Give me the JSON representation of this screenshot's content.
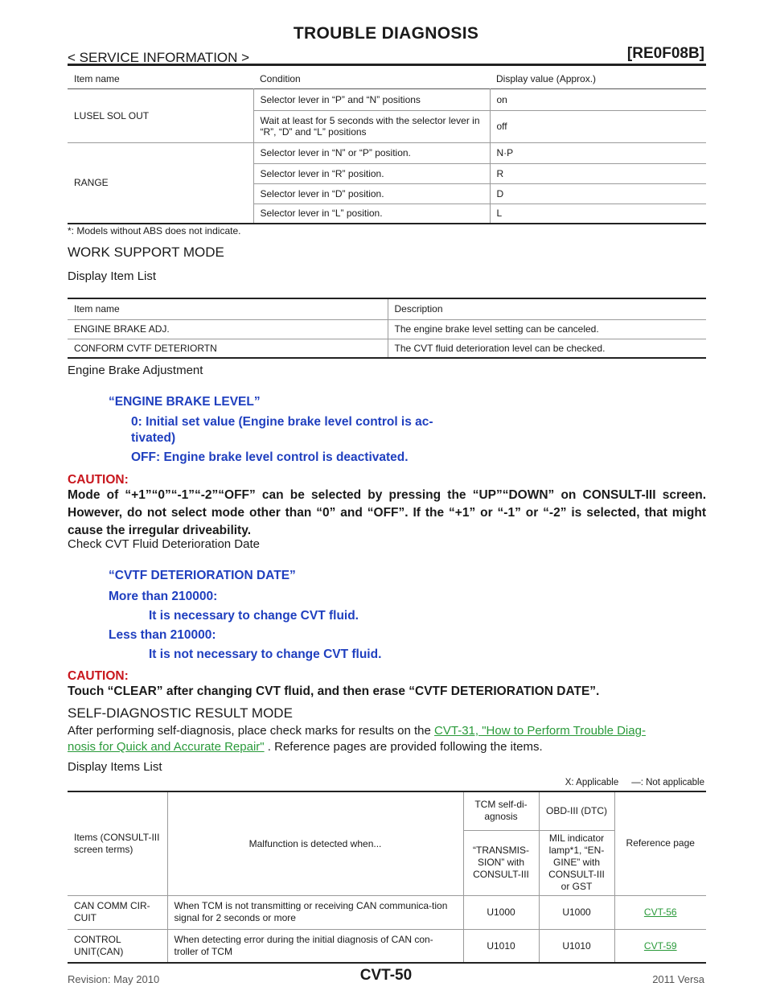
{
  "header": {
    "title": "TROUBLE DIAGNOSIS",
    "left": "< SERVICE INFORMATION >",
    "right": "[RE0F08B]"
  },
  "table1": {
    "headers": [
      "Item name",
      "Condition",
      "Display value (Approx.)"
    ],
    "lusel_name": "LUSEL SOL OUT",
    "lusel_rows": [
      [
        "Selector lever in “P” and “N” positions",
        "on"
      ],
      [
        "Wait at least for 5 seconds with the selector lever in “R”, “D” and “L” positions",
        "off"
      ]
    ],
    "range_name": "RANGE",
    "range_rows": [
      [
        "Selector lever in “N” or “P” position.",
        "N·P"
      ],
      [
        "Selector lever in “R” position.",
        "R"
      ],
      [
        "Selector lever in “D” position.",
        "D"
      ],
      [
        "Selector lever in “L” position.",
        "L"
      ]
    ],
    "footnote": "*: Models without ABS does not indicate."
  },
  "work_support": {
    "title": "WORK SUPPORT MODE",
    "subtitle": "Display Item List",
    "headers": [
      "Item name",
      "Description"
    ],
    "rows": [
      [
        "ENGINE BRAKE ADJ.",
        "The engine brake level setting can be canceled."
      ],
      [
        "CONFORM CVTF DETERIORTN",
        "The CVT fluid deterioration level can be checked."
      ]
    ]
  },
  "engine_brake": {
    "title": "Engine Brake Adjustment",
    "label": "“ENGINE BRAKE LEVEL”",
    "line1": "0: Initial set value (Engine brake level control is ac-",
    "line2": "tivated)",
    "line3": "OFF: Engine brake level control is deactivated.",
    "caution_head": "CAUTION:",
    "caution_text": "Mode of “+1”“0”“-1”“-2”“OFF” can be selected by pressing the “UP”“DOWN” on CONSULT-III screen. However, do not select mode other than “0” and “OFF”. If the “+1” or “-1” or “-2” is selected, that might cause the irregular driveability."
  },
  "cvt_fluid": {
    "title": "Check CVT Fluid Deterioration Date",
    "label": "“CVTF DETERIORATION DATE”",
    "more_label": "More than 210000:",
    "more_text": "It is necessary to change CVT fluid.",
    "less_label": "Less than 210000:",
    "less_text": "It is not necessary to change CVT fluid.",
    "caution_head": "CAUTION:",
    "caution_text": "Touch “CLEAR” after changing CVT fluid, and then erase “CVTF DETERIORATION DATE”."
  },
  "self_diag": {
    "title": "SELF-DIAGNOSTIC RESULT MODE",
    "para_before": "After performing self-diagnosis, place check marks for results on the ",
    "link1": "CVT-31, \"How to Perform Trouble Diag-",
    "link2": "nosis for Quick and Accurate Repair\"",
    "para_after": " . Reference pages are provided following the items.",
    "subtitle": "Display Items List",
    "legend": "X: Applicable     —: Not applicable",
    "h_items": "Items (CONSULT-III screen terms)",
    "h_malfunction": "Malfunction is detected when...",
    "h_tcm": "TCM self-di-agnosis",
    "h_obd": "OBD-III (DTC)",
    "h_ref": "Reference page",
    "h_transmission": "“TRANSMIS-SION” with CONSULT-III",
    "h_mil": "MIL indicator lamp*1, “EN-GINE” with CONSULT-III or GST",
    "rows": [
      {
        "item": "CAN COMM CIR-CUIT",
        "desc": "When TCM is not transmitting or receiving CAN communica-tion signal for 2 seconds or more",
        "tcm": "U1000",
        "obd": "U1000",
        "ref": "CVT-56"
      },
      {
        "item": "CONTROL UNIT(CAN)",
        "desc": "When detecting error during the initial diagnosis of CAN con-troller of TCM",
        "tcm": "U1010",
        "obd": "U1010",
        "ref": "CVT-59"
      }
    ]
  },
  "footer": {
    "left": "Revision: May 2010",
    "center": "CVT-50",
    "right": "2011 Versa"
  }
}
